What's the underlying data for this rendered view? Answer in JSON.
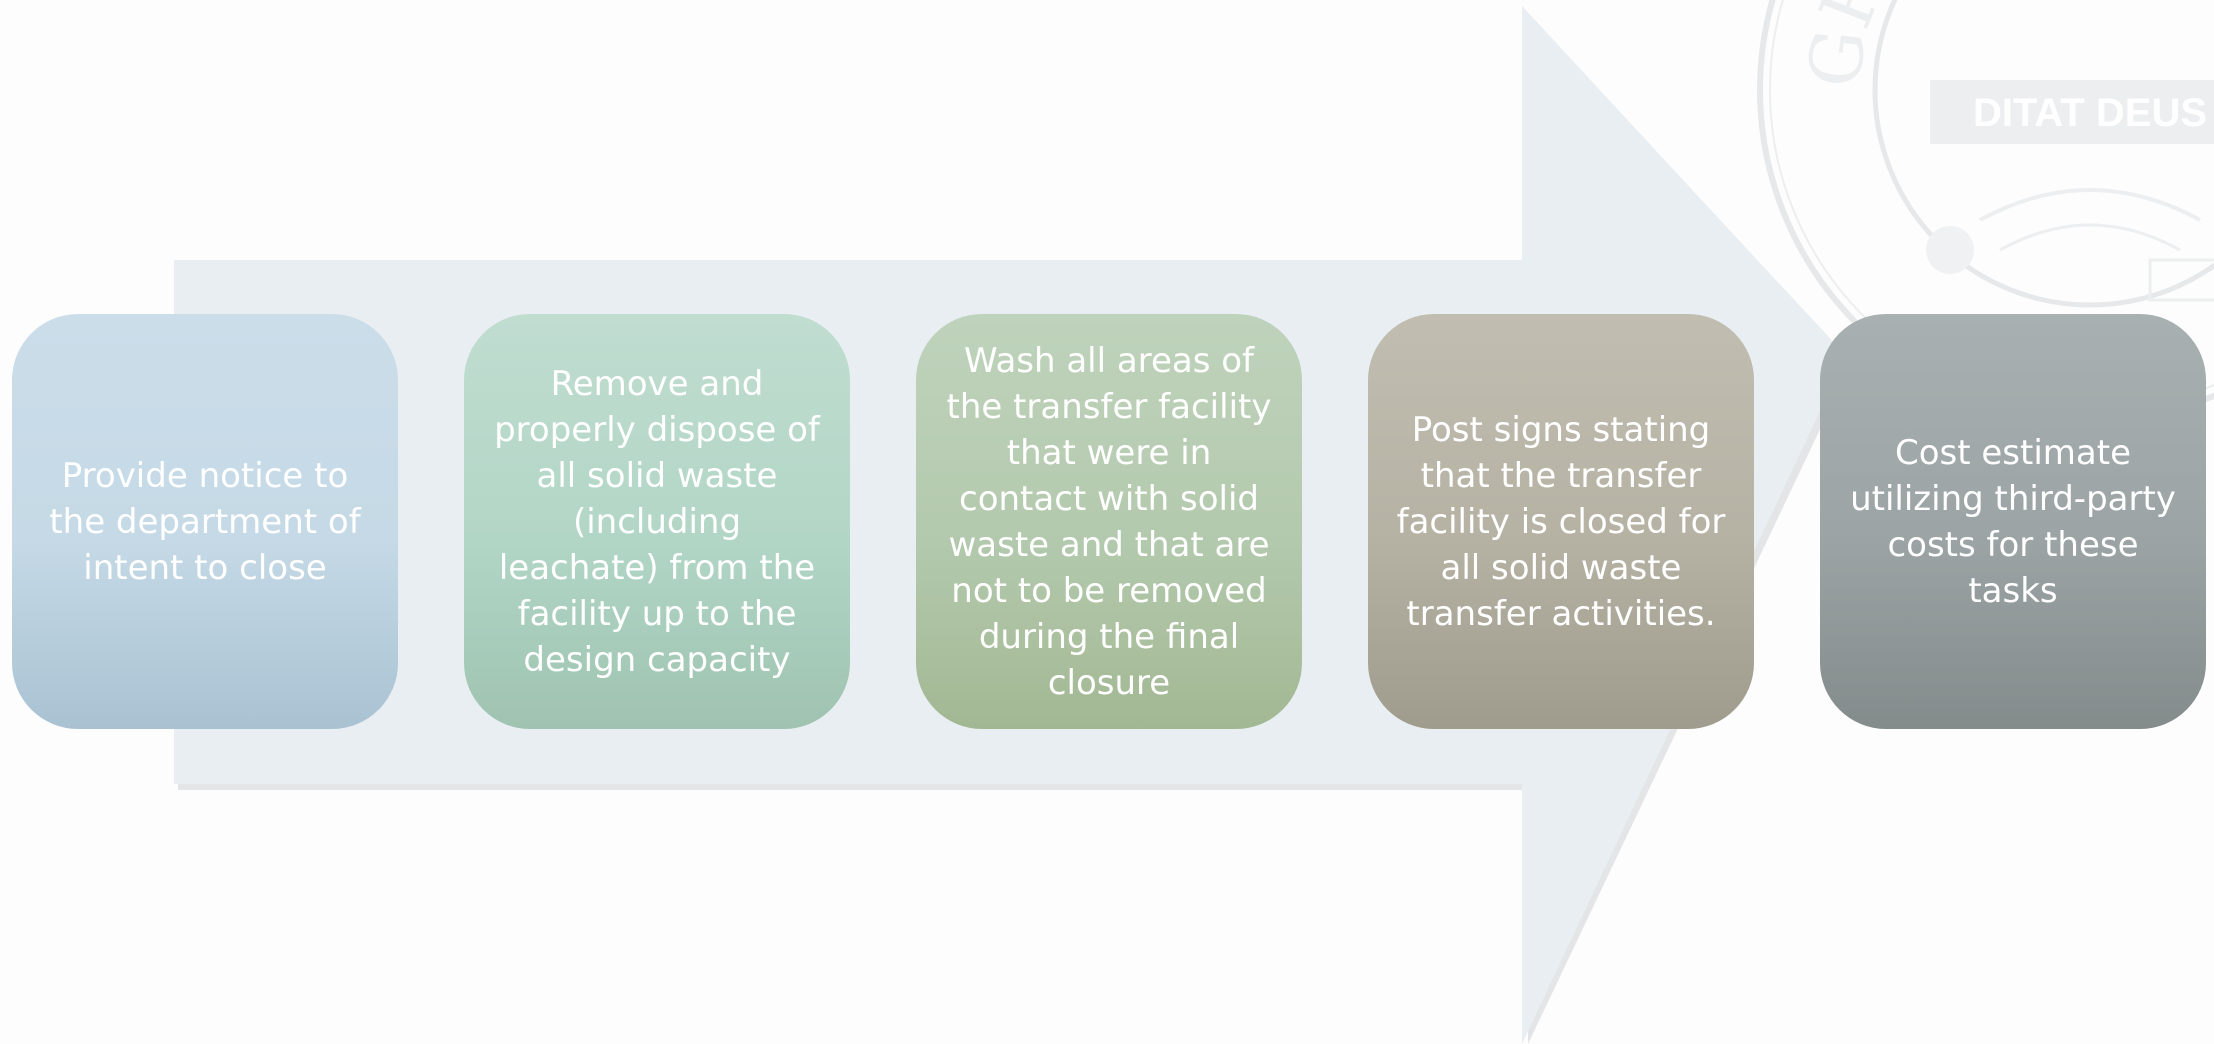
{
  "seal": {
    "motto": "DITAT DEUS",
    "arc_text": "GREAT SEAL OF"
  },
  "steps": [
    {
      "label": "Provide notice to the department of intent to close"
    },
    {
      "label": "Remove and properly dispose of all solid waste (including leachate) from the facility up to the design capacity"
    },
    {
      "label": "Wash all areas of the transfer facility that were in contact with solid waste and that are not to be removed during the final closure"
    },
    {
      "label": "Post signs stating that the transfer facility is closed for all solid waste transfer activities."
    },
    {
      "label": "Cost estimate utilizing third-party costs for these tasks"
    }
  ]
}
